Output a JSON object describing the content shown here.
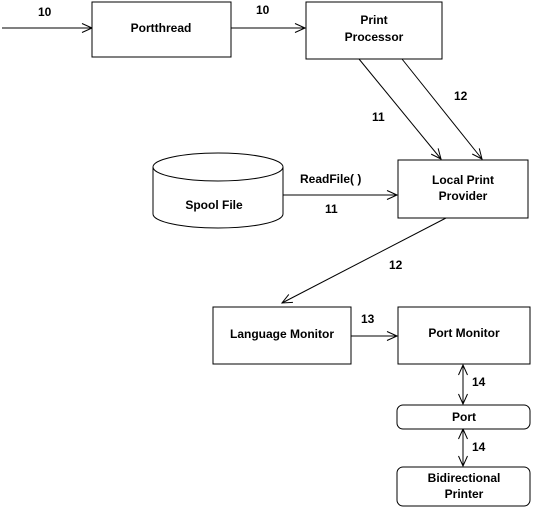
{
  "nodes": {
    "portthread": {
      "label": "Portthread"
    },
    "print_processor": {
      "line1": "Print",
      "line2": "Processor"
    },
    "spool_file": {
      "label": "Spool File"
    },
    "local_print_provider": {
      "line1": "Local Print",
      "line2": "Provider"
    },
    "language_monitor": {
      "label": "Language Monitor"
    },
    "port_monitor": {
      "label": "Port Monitor"
    },
    "port": {
      "label": "Port"
    },
    "bidirectional_printer": {
      "line1": "Bidirectional",
      "line2": "Printer"
    }
  },
  "edges": {
    "input_to_portthread": "10",
    "portthread_to_print_processor": "10",
    "print_processor_to_provider_a": "11",
    "print_processor_to_provider_b": "12",
    "read_call": "ReadFile( )",
    "spool_to_provider": "11",
    "provider_to_language_monitor": "12",
    "language_monitor_to_port_monitor": "13",
    "port_monitor_to_port": "14",
    "port_to_printer": "14"
  },
  "colors": {
    "stroke": "#000000",
    "background": "#ffffff"
  }
}
